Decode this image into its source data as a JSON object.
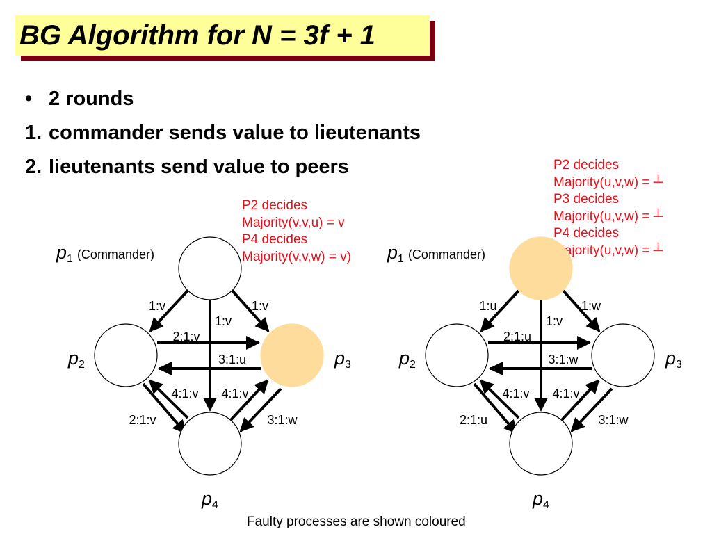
{
  "title": "BG Algorithm for N = 3f + 1",
  "bullets": [
    {
      "marker": "•",
      "text": "2 rounds"
    },
    {
      "marker": "1.",
      "text": "commander sends value to lieutenants"
    },
    {
      "marker": "2.",
      "text": "lieutenants send value to peers"
    }
  ],
  "notes": {
    "left": [
      "P2 decides",
      "Majority(v,v,u) = v",
      "P4 decides",
      "Majority(v,v,w) = v)"
    ],
    "right": [
      "P2 decides",
      "Majority(u,v,w) = ┴",
      "P3 decides",
      "Majority(u,v,w) = ┴",
      "P4 decides",
      "Majority(u,v,w) = ┴"
    ]
  },
  "colors": {
    "faulty": "#fddc9c",
    "title_bg": "#ffff99",
    "title_shadow": "#7a0012",
    "note_text": "#e8101a"
  },
  "diagrams": [
    {
      "nodes": {
        "p1": {
          "letter": "p",
          "sub": "1",
          "extra": "(Commander)",
          "faulty": false
        },
        "p2": {
          "letter": "p",
          "sub": "2",
          "faulty": false
        },
        "p3": {
          "letter": "p",
          "sub": "3",
          "faulty": true
        },
        "p4": {
          "letter": "p",
          "sub": "4",
          "faulty": false
        }
      },
      "edges": {
        "c_p2": "1:v",
        "c_p3": "1:v",
        "c_p4": "1:v",
        "p2_p3": "2:1:v",
        "p3_p2": "3:1:u",
        "p4_p2": "4:1:v",
        "p4_p3": "4:1:v",
        "p2_p4": "2:1:v",
        "p3_p4": "3:1:w"
      }
    },
    {
      "nodes": {
        "p1": {
          "letter": "p",
          "sub": "1",
          "extra": "(Commander)",
          "faulty": true
        },
        "p2": {
          "letter": "p",
          "sub": "2",
          "faulty": false
        },
        "p3": {
          "letter": "p",
          "sub": "3",
          "faulty": false
        },
        "p4": {
          "letter": "p",
          "sub": "4",
          "faulty": false
        }
      },
      "edges": {
        "c_p2": "1:u",
        "c_p3": "1:w",
        "c_p4": "1:v",
        "p2_p3": "2:1:u",
        "p3_p2": "3:1:w",
        "p4_p2": "4:1:v",
        "p4_p3": "4:1:v",
        "p2_p4": "2:1:u",
        "p3_p4": "3:1:w"
      }
    }
  ],
  "footer": "Faulty processes are shown coloured"
}
